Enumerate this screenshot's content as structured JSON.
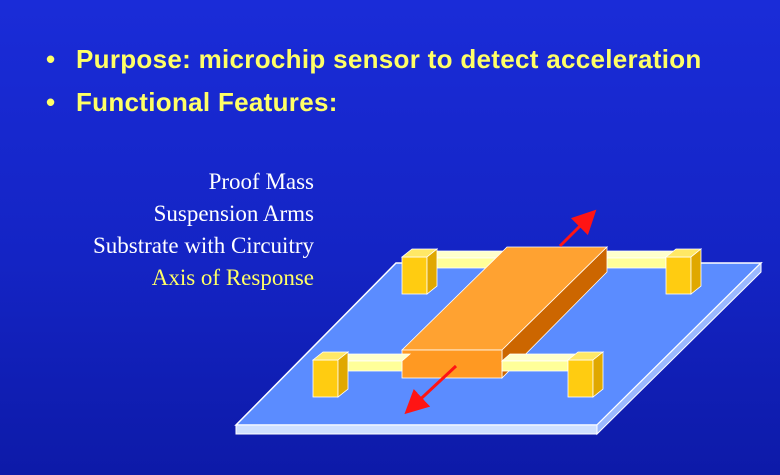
{
  "slide": {
    "bullets": [
      {
        "text": "Purpose:  microchip sensor to detect acceleration"
      },
      {
        "text": "Functional Features:"
      }
    ],
    "feature_labels": [
      {
        "text": "Proof Mass"
      },
      {
        "text": "Suspension Arms"
      },
      {
        "text": "Substrate with Circuitry"
      },
      {
        "text": "Axis of Response"
      }
    ]
  },
  "colors": {
    "background": "#1424c4",
    "bullet_text": "#ffff66",
    "label_text": "#ffffff",
    "highlight_text": "#ffff66",
    "substrate": "#5b8cff",
    "proof_mass": "#ffa231",
    "suspension_arm": "#ffffaa",
    "anchor": "#ffd21f",
    "arrow": "#ff1414"
  }
}
